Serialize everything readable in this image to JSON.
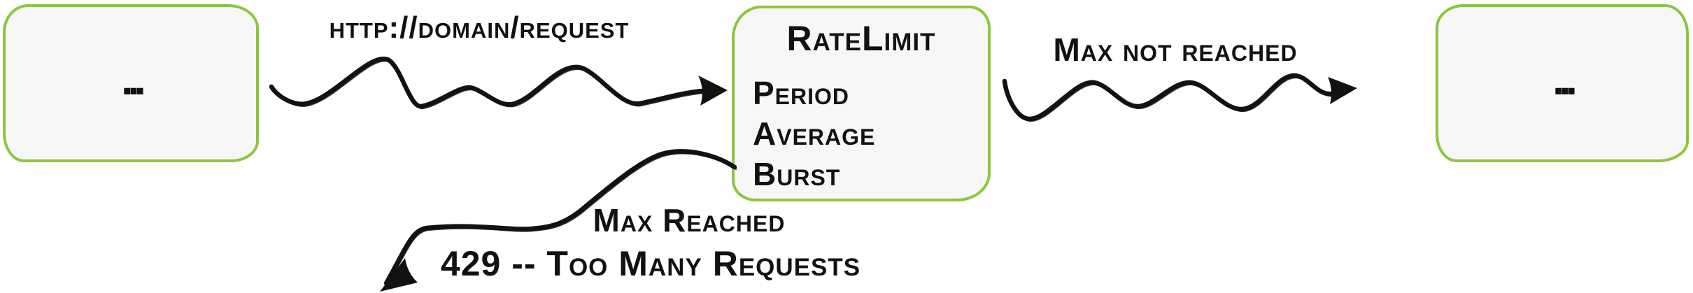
{
  "diagram": {
    "left_node": {
      "label": "..."
    },
    "request_edge": {
      "label": "http://domain/request"
    },
    "ratelimit_node": {
      "title": "RateLimit",
      "fields": [
        "Period",
        "Average",
        "Burst"
      ]
    },
    "success_edge": {
      "label": "Max not reached"
    },
    "right_node": {
      "label": "..."
    },
    "reject_edge": {
      "label": "Max Reached",
      "sublabel": "429 -- Too Many Requests"
    }
  },
  "icons": {
    "request_arrow": "wavy-arrow-right-icon",
    "success_arrow": "wavy-arrow-right-icon",
    "reject_arrow": "curved-arrow-down-left-icon"
  },
  "colors": {
    "node_border": "#8cc63f",
    "node_fill": "#f7f7f7",
    "ink": "#121212"
  }
}
